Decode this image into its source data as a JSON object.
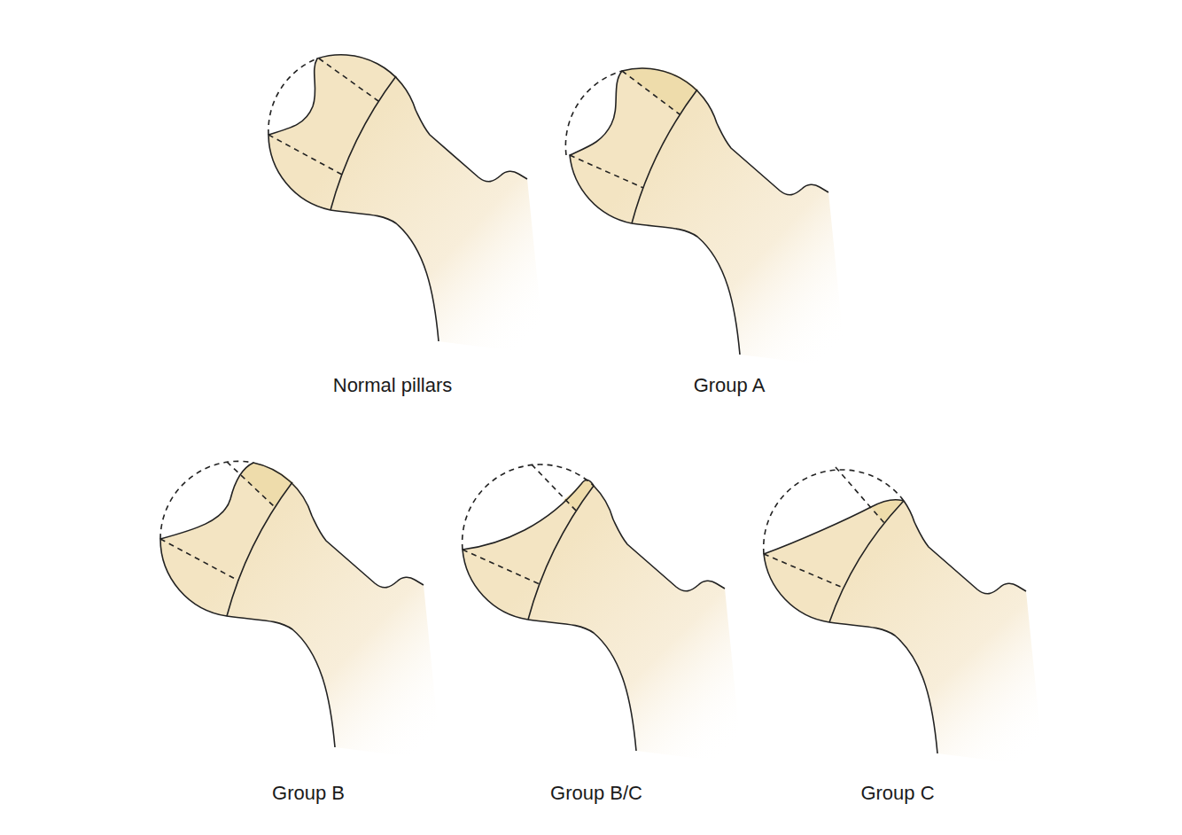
{
  "diagram": {
    "labels": [
      "Normal pillars",
      "Group A",
      "Group B",
      "Group B/C",
      "Group C"
    ]
  }
}
